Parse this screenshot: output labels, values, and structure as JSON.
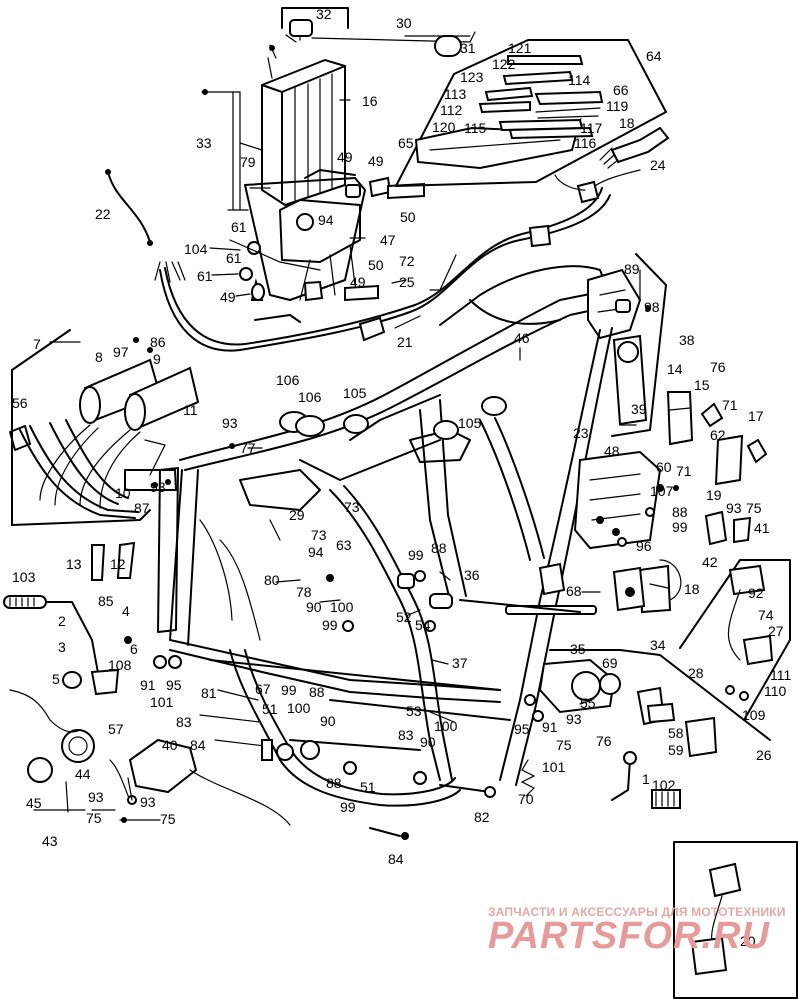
{
  "callouts": [
    "32",
    "30",
    "31",
    "121",
    "64",
    "122",
    "114",
    "123",
    "113",
    "66",
    "112",
    "119",
    "120",
    "115",
    "117",
    "18",
    "16",
    "65",
    "116",
    "24",
    "33",
    "49",
    "79",
    "49",
    "50",
    "104",
    "61",
    "94",
    "61",
    "47",
    "61",
    "72",
    "49",
    "25",
    "50",
    "49",
    "22",
    "21",
    "7",
    "86",
    "97",
    "8",
    "9",
    "46",
    "89",
    "98",
    "38",
    "56",
    "106",
    "106",
    "105",
    "105",
    "11",
    "93",
    "77",
    "14",
    "76",
    "15",
    "71",
    "17",
    "62",
    "39",
    "23",
    "48",
    "60",
    "71",
    "19",
    "107",
    "88",
    "99",
    "75",
    "93",
    "41",
    "10",
    "93",
    "87",
    "73",
    "29",
    "73",
    "63",
    "96",
    "42",
    "13",
    "12",
    "103",
    "99",
    "88",
    "80",
    "94",
    "78",
    "90",
    "100",
    "99",
    "52",
    "54",
    "36",
    "68",
    "18",
    "85",
    "4",
    "2",
    "3",
    "6",
    "108",
    "5",
    "91",
    "95",
    "101",
    "92",
    "74",
    "27",
    "34",
    "35",
    "69",
    "111",
    "28",
    "110",
    "109",
    "26",
    "67",
    "81",
    "99",
    "88",
    "83",
    "100",
    "90",
    "51",
    "53",
    "37",
    "55",
    "93",
    "95",
    "91",
    "75",
    "57",
    "40",
    "84",
    "88",
    "51",
    "99",
    "83",
    "90",
    "100",
    "58",
    "59",
    "76",
    "101",
    "70",
    "1",
    "102",
    "44",
    "45",
    "93",
    "93",
    "43",
    "75",
    "75",
    "82",
    "84",
    "20"
  ],
  "watermark": {
    "tagline": "ЗАПЧАСТИ И АКСЕССУАРЫ ДЛЯ МОТОТЕХНИКИ",
    "brand": "PARTSFOR.RU"
  }
}
